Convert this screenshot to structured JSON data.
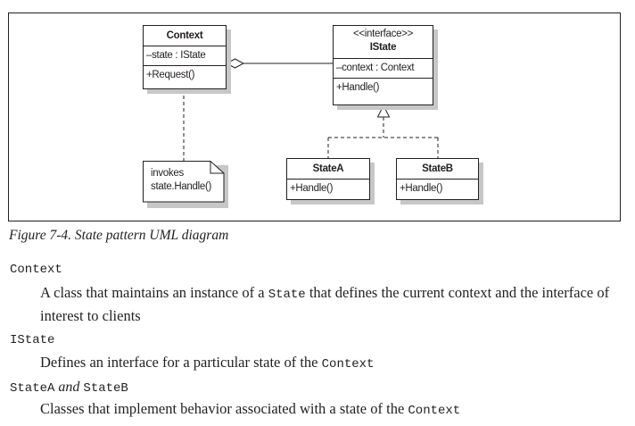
{
  "diagram": {
    "context_class": {
      "name": "Context",
      "attributes": [
        "–state : IState"
      ],
      "operations": [
        "+Request()"
      ]
    },
    "istate_class": {
      "stereotype": "<<interface>>",
      "name": "IState",
      "attributes": [
        "–context : Context"
      ],
      "operations": [
        "+Handle()"
      ]
    },
    "statea_class": {
      "name": "StateA",
      "operations": [
        "+Handle()"
      ]
    },
    "stateb_class": {
      "name": "StateB",
      "operations": [
        "+Handle()"
      ]
    },
    "note": {
      "lines": [
        "invokes",
        "state.Handle()"
      ]
    }
  },
  "caption": "Figure 7-4. State pattern UML diagram",
  "definitions": [
    {
      "term": "Context",
      "description_parts": [
        "A class that maintains an instance of a ",
        "State",
        " that defines the current context and the interface of interest to clients"
      ]
    },
    {
      "term": "IState",
      "description_parts": [
        "Defines an interface for a particular state of the ",
        "Context"
      ]
    },
    {
      "term_parts": [
        "StateA",
        " and ",
        "StateB"
      ],
      "description_parts": [
        "Classes that implement behavior associated with a state of the ",
        "Context"
      ]
    }
  ]
}
